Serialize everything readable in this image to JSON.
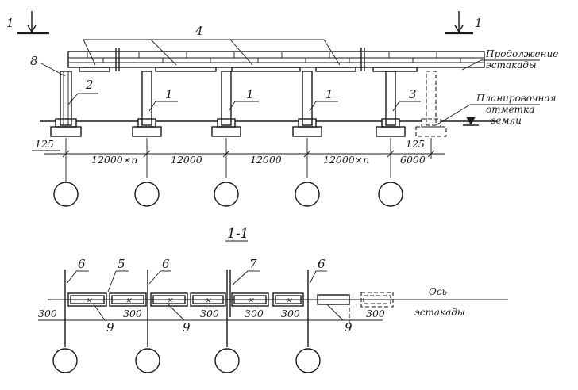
{
  "section_marks": {
    "left": "1",
    "right": "1"
  },
  "elevation": {
    "labels": {
      "beams": "4",
      "item8": "8",
      "col_end": "2",
      "col_a": "1",
      "col_b": "1",
      "col_c": "1",
      "col_last": "3"
    },
    "notes": {
      "continuation_line1": "Продолжение",
      "continuation_line2": "эстакады",
      "grade_line1": "Планировочная",
      "grade_line2": "отметка",
      "grade_line3": "земли"
    },
    "dimensions": {
      "offset_left": "125",
      "span1": "12000×n",
      "span2": "12000",
      "span3": "12000",
      "span4": "12000×n",
      "offset_right": "125",
      "span5": "6000"
    }
  },
  "section": {
    "title": "1-1",
    "labels": {
      "item6_a": "6",
      "item5": "5",
      "item6_b": "6",
      "item7": "7",
      "item6_c": "6",
      "item9_a": "9",
      "item9_b": "9",
      "item9_c": "9"
    },
    "axis_note_line1": "Ось",
    "axis_note_line2": "эстакады",
    "dimensions": {
      "d1": "300",
      "d2": "300",
      "d3": "300",
      "d4": "300",
      "d5": "300",
      "d6": "300"
    }
  }
}
